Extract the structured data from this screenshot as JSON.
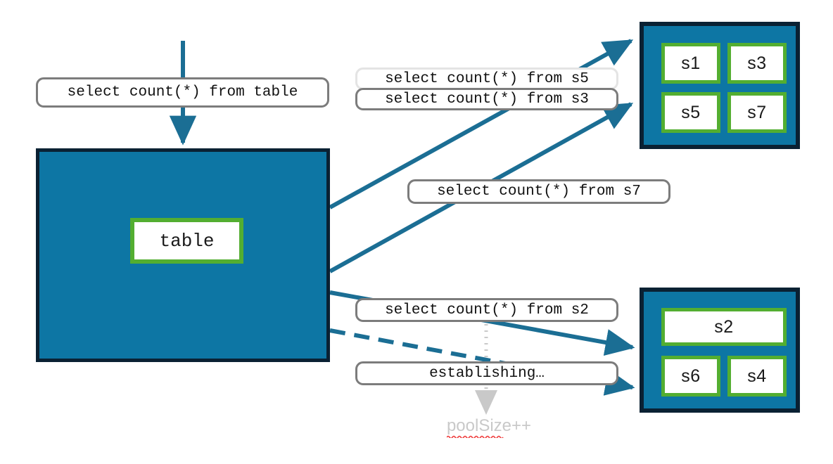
{
  "diagram": {
    "title": "connection pool query routing diagram",
    "colors": {
      "pool_fill": "#0d76a4",
      "pool_border": "#0a2133",
      "node_border": "#53ae31",
      "node_fill": "#ffffff",
      "arrow": "#1b6e94",
      "label_border": "#7c7c7c",
      "label_border_faint": "#e4e4e4",
      "annotation_text": "#c9c9c9",
      "spellcheck": "#ef3b3b"
    }
  },
  "source": {
    "entry_query": "select count(*) from table",
    "container_label": "table"
  },
  "pools": [
    {
      "id": "pool-top",
      "nodes": [
        {
          "label": "s1"
        },
        {
          "label": "s3"
        },
        {
          "label": "s5"
        },
        {
          "label": "s7"
        }
      ]
    },
    {
      "id": "pool-bottom",
      "nodes": [
        {
          "label": "s2"
        },
        {
          "label": "s6"
        },
        {
          "label": "s4"
        }
      ]
    }
  ],
  "queries": [
    {
      "id": "q-s5",
      "text": "select count(*) from s5",
      "style": "faint"
    },
    {
      "id": "q-s3",
      "text": "select count(*) from s3",
      "style": "normal"
    },
    {
      "id": "q-s7",
      "text": "select count(*) from s7",
      "style": "normal"
    },
    {
      "id": "q-s2",
      "text": "select count(*) from s2",
      "style": "normal"
    },
    {
      "id": "q-establishing",
      "text": "establishing…",
      "style": "normal"
    }
  ],
  "annotation": {
    "text": "poolSize++",
    "misspelled_part": "poolSize"
  }
}
